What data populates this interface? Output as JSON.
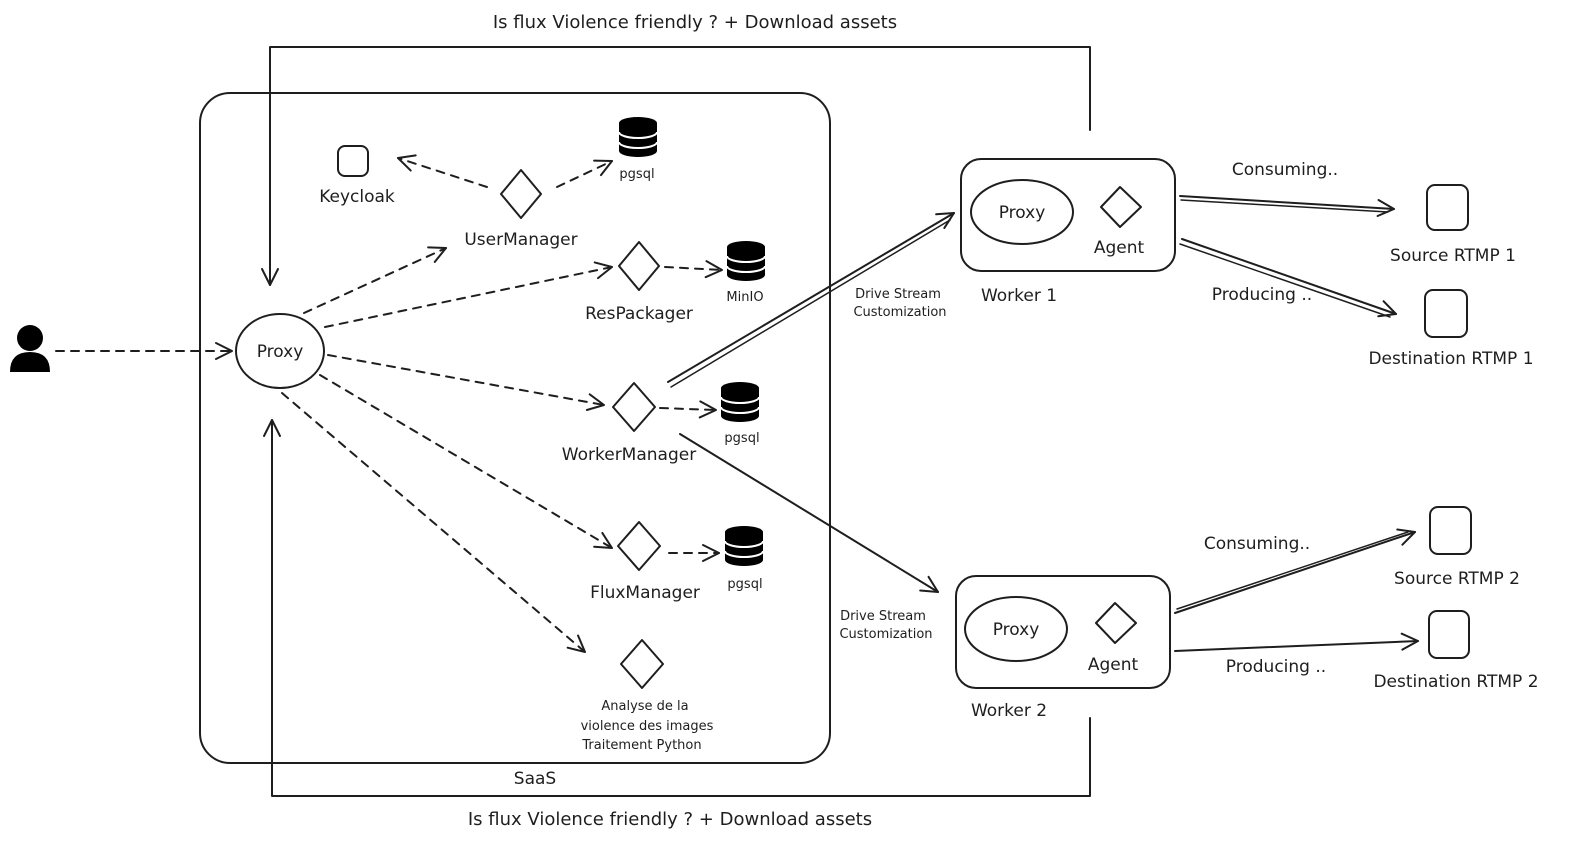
{
  "top_label": "Is flux Violence friendly ? + Download assets",
  "bottom_label": "Is flux Violence friendly ? + Download assets",
  "saas": {
    "label": "SaaS",
    "proxy": "Proxy",
    "keycloak": "Keycloak",
    "user_manager": "UserManager",
    "res_packager": "ResPackager",
    "worker_manager": "WorkerManager",
    "flux_manager": "FluxManager",
    "analysis_line1": "Analyse de la",
    "analysis_line2": "violence des images",
    "analysis_line3": "Traitement Python",
    "db_user": "pgsql",
    "db_res": "MinIO",
    "db_worker": "pgsql",
    "db_flux": "pgsql"
  },
  "drive_stream_1": {
    "line1": "Drive Stream",
    "line2": "Customization"
  },
  "drive_stream_2": {
    "line1": "Drive Stream",
    "line2": "Customization"
  },
  "worker1": {
    "label": "Worker 1",
    "proxy": "Proxy",
    "agent": "Agent",
    "consuming": "Consuming..",
    "producing": "Producing .."
  },
  "worker2": {
    "label": "Worker 2",
    "proxy": "Proxy",
    "agent": "Agent",
    "consuming": "Consuming..",
    "producing": "Producing .."
  },
  "rtmp": {
    "source1": "Source RTMP 1",
    "dest1": "Destination RTMP 1",
    "source2": "Source RTMP 2",
    "dest2": "Destination RTMP 2"
  },
  "icons": {
    "user": "user-icon",
    "database": "database-icon"
  },
  "colors": {
    "ink": "#1e1e1e",
    "background": "#ffffff"
  }
}
